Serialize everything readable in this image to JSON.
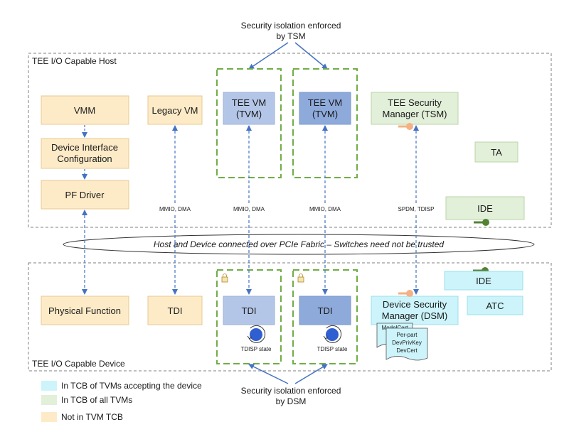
{
  "colors": {
    "not_in_tcb": "#fdebc8",
    "in_tcb_all": "#e2efd9",
    "in_tcb_accepting": "#ccf4fa",
    "tvm_light": "#b4c6e7",
    "tvm_dark": "#8eaadb",
    "dashed_green": "#70ad47",
    "arrow_blue": "#4472c4",
    "key_orange": "#f4b183",
    "key_green": "#548235"
  },
  "labels": {
    "top_annotation_line1": "Security isolation enforced",
    "top_annotation_line2": "by TSM",
    "bottom_annotation_line1": "Security isolation enforced",
    "bottom_annotation_line2": "by DSM",
    "host_label": "TEE I/O Capable Host",
    "device_label": "TEE I/O Capable Device",
    "fabric": "Host and Device connected over PCIe Fabric – Switches need not be trusted"
  },
  "host": {
    "vmm": "VMM",
    "dev_if_config_line1": "Device Interface",
    "dev_if_config_line2": "Configuration",
    "pf_driver": "PF Driver",
    "legacy_vm": "Legacy VM",
    "tvm1_line1": "TEE VM",
    "tvm1_line2": "(TVM)",
    "tvm2_line1": "TEE VM",
    "tvm2_line2": "(TVM)",
    "tsm_line1": "TEE Security",
    "tsm_line2": "Manager (TSM)",
    "ta": "TA",
    "ide": "IDE"
  },
  "links": {
    "mmio_dma_1": "MMIO, DMA",
    "mmio_dma_2": "MMIO, DMA",
    "mmio_dma_3": "MMIO, DMA",
    "spdm_tdisp": "SPDM, TDISP"
  },
  "device": {
    "physical_function": "Physical Function",
    "tdi_legacy": "TDI",
    "tdi1": "TDI",
    "tdi2": "TDI",
    "tdisp_state_1": "TDISP state",
    "tdisp_state_2": "TDISP state",
    "dsm_line1": "Device Security",
    "dsm_line2": "Manager (DSM)",
    "ide": "IDE",
    "atc": "ATC",
    "model_cert": "ModelCert",
    "perpart_line1": "Per-part",
    "perpart_line2": "DevPrivKey",
    "perpart_line3": "DevCert"
  },
  "legend": {
    "item1": "In TCB of TVMs accepting the device",
    "item2": "In TCB of all TVMs",
    "item3": "Not in TVM TCB"
  }
}
